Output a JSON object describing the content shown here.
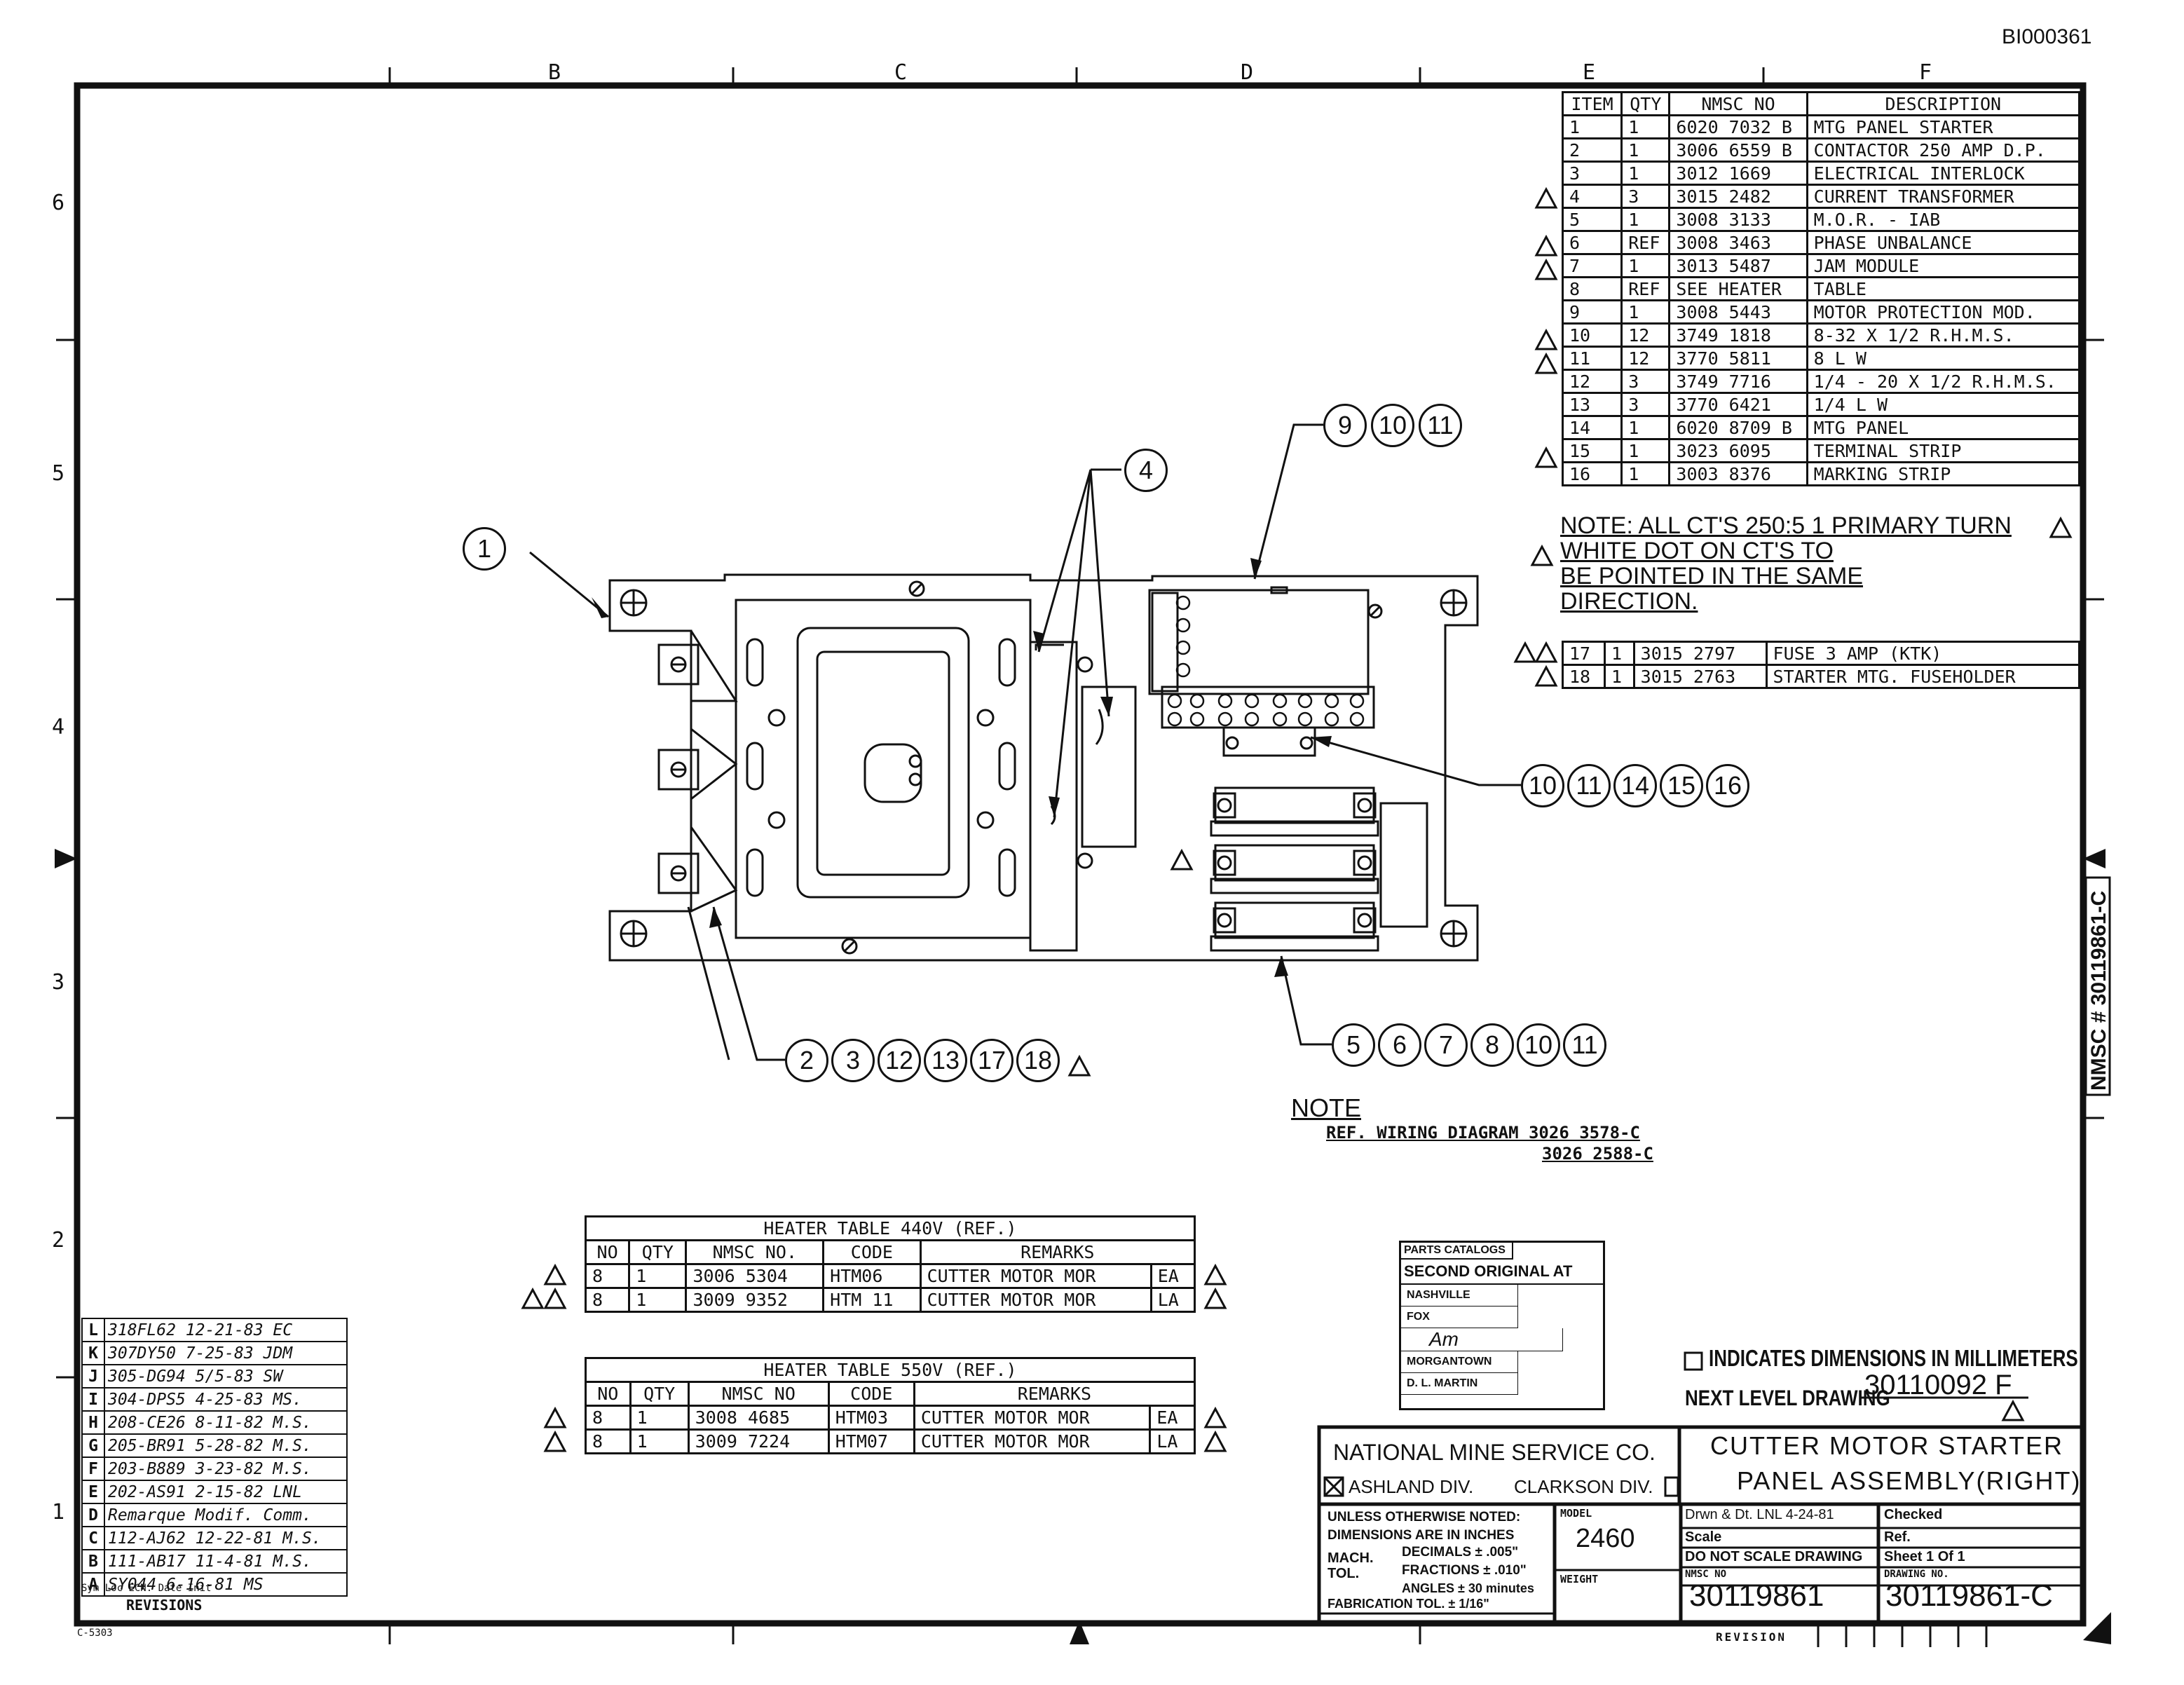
{
  "doc_code": "BI000361",
  "zones_top": [
    "B",
    "C",
    "D",
    "E",
    "F"
  ],
  "zones_left": [
    "6",
    "5",
    "4",
    "3",
    "2",
    "1"
  ],
  "parts_table": {
    "headers": [
      "ITEM",
      "QTY",
      "NMSC  NO",
      "DESCRIPTION"
    ],
    "rows": [
      {
        "item": "1",
        "qty": "1",
        "nmsc": "6020 7032 B",
        "desc": "MTG PANEL STARTER",
        "rev": ""
      },
      {
        "item": "2",
        "qty": "1",
        "nmsc": "3006 6559 B",
        "desc": "CONTACTOR 250 AMP D.P.",
        "rev": ""
      },
      {
        "item": "3",
        "qty": "1",
        "nmsc": "3012 1669",
        "desc": "ELECTRICAL INTERLOCK",
        "rev": ""
      },
      {
        "item": "4",
        "qty": "3",
        "nmsc": "3015 2482",
        "desc": "CURRENT TRANSFORMER",
        "rev": "A"
      },
      {
        "item": "5",
        "qty": "1",
        "nmsc": "3008 3133",
        "desc": "M.O.R. - IAB",
        "rev": ""
      },
      {
        "item": "6",
        "qty": "REF",
        "nmsc": "3008 3463",
        "desc": "PHASE UNBALANCE",
        "rev": "A"
      },
      {
        "item": "7",
        "qty": "1",
        "nmsc": "3013 5487",
        "desc": "JAM MODULE",
        "rev": "A"
      },
      {
        "item": "8",
        "qty": "REF",
        "nmsc": "SEE  HEATER",
        "desc": "TABLE",
        "rev": ""
      },
      {
        "item": "9",
        "qty": "1",
        "nmsc": "3008 5443",
        "desc": "MOTOR PROTECTION MOD.",
        "rev": ""
      },
      {
        "item": "10",
        "qty": "12",
        "nmsc": "3749 1818",
        "desc": "8-32 X 1/2  R.H.M.S.",
        "rev": "A"
      },
      {
        "item": "11",
        "qty": "12",
        "nmsc": "3770 5811",
        "desc": "8 L W",
        "rev": "A"
      },
      {
        "item": "12",
        "qty": "3",
        "nmsc": "3749 7716",
        "desc": "1/4 - 20 X 1/2 R.H.M.S.",
        "rev": ""
      },
      {
        "item": "13",
        "qty": "3",
        "nmsc": "3770 6421",
        "desc": "1/4 L W",
        "rev": ""
      },
      {
        "item": "14",
        "qty": "1",
        "nmsc": "6020 8709 B",
        "desc": "MTG PANEL",
        "rev": ""
      },
      {
        "item": "15",
        "qty": "1",
        "nmsc": "3023 6095",
        "desc": "TERMINAL STRIP",
        "rev": "A"
      },
      {
        "item": "16",
        "qty": "1",
        "nmsc": "3003 8376",
        "desc": "MARKING STRIP",
        "rev": ""
      }
    ],
    "extra_rows": [
      {
        "item": "17",
        "qty": "1",
        "nmsc": "3015 2797",
        "desc": "FUSE 3 AMP (KTK)",
        "rev": "A A"
      },
      {
        "item": "18",
        "qty": "1",
        "nmsc": "3015 2763",
        "desc": "STARTER MTG. FUSEHOLDER",
        "rev": "A"
      }
    ]
  },
  "note_ct": {
    "line1": "NOTE:  ALL CT'S 250:5 1 PRIMARY TURN",
    "line2": "WHITE  DOT  ON CT'S TO",
    "line3": "BE  POINTED IN THE SAME",
    "line4": "DIRECTION."
  },
  "balloons": {
    "b1": "1",
    "b4": "4",
    "b_top": [
      "9",
      "10",
      "11"
    ],
    "b_right": [
      "10",
      "11",
      "14",
      "15",
      "16"
    ],
    "b_bottom_left": [
      "2",
      "3",
      "12",
      "13",
      "17",
      "18"
    ],
    "b_bottom_right": [
      "5",
      "6",
      "7",
      "8",
      "10",
      "11"
    ]
  },
  "note_wiring": {
    "title": "NOTE",
    "line1": "REF. WIRING DIAGRAM  3026 3578-C",
    "line2": "3026 2588-C"
  },
  "heater_440": {
    "title": "HEATER  TABLE   440V    (REF.)",
    "headers": [
      "NO",
      "QTY",
      "NMSC  NO.",
      "CODE",
      "REMARKS"
    ],
    "rows": [
      {
        "no": "8",
        "qty": "1",
        "nmsc": "3006 5304",
        "code": "HTM06",
        "remarks": "CUTTER  MOTOR  MOR",
        "x": "EA"
      },
      {
        "no": "8",
        "qty": "1",
        "nmsc": "3009 9352",
        "code": "HTM 11",
        "remarks": "CUTTER  MOTOR  MOR",
        "x": "LA"
      }
    ]
  },
  "heater_550": {
    "title": "HEATER  TABLE   550V    (REF.)",
    "headers": [
      "NO",
      "QTY",
      "NMSC  NO",
      "CODE",
      "REMARKS"
    ],
    "rows": [
      {
        "no": "8",
        "qty": "1",
        "nmsc": "3008 4685",
        "code": "HTM03",
        "remarks": "CUTTER  MOTOR  MOR",
        "x": "EA"
      },
      {
        "no": "8",
        "qty": "1",
        "nmsc": "3009 7224",
        "code": "HTM07",
        "remarks": "CUTTER  MOTOR  MOR",
        "x": "LA"
      }
    ]
  },
  "parts_catalog": {
    "header": "PARTS CATALOGS",
    "sub": "SECOND  ORIGINAL  AT",
    "locations": [
      "NASHVILLE",
      "FOX",
      "Am",
      "MORGANTOWN",
      "D. L. MARTIN"
    ]
  },
  "revisions": {
    "rows": [
      {
        "l": "L",
        "t": "318FL62  12-21-83  EC"
      },
      {
        "l": "K",
        "t": "307DY50  7-25-83  JDM"
      },
      {
        "l": "J",
        "t": "305-DG94  5/5-83  SW"
      },
      {
        "l": "I",
        "t": "304-DPS5  4-25-83 MS."
      },
      {
        "l": "H",
        "t": "208-CE26  8-11-82 M.S."
      },
      {
        "l": "G",
        "t": "205-BR91  5-28-82  M.S."
      },
      {
        "l": "F",
        "t": "203-B889  3-23-82  M.S."
      },
      {
        "l": "E",
        "t": "202-AS91  2-15-82 LNL"
      },
      {
        "l": "D",
        "t": "Remarque  Modif. Comm."
      },
      {
        "l": "C",
        "t": "112-AJ62  12-22-81 M.S."
      },
      {
        "l": "B",
        "t": "111-AB17 11-4-81  M.S."
      },
      {
        "l": "A",
        "t": "SY044  6-16-81  MS"
      }
    ],
    "footer": "REVISIONS",
    "cols": "Sym  Loc  ECN.  Date  Init"
  },
  "mm_note": "INDICATES DIMENSIONS IN MILLIMETERS",
  "next_level": {
    "label": "NEXT LEVEL DRAWING",
    "value": "30110092 F"
  },
  "title_block": {
    "company": "NATIONAL  MINE  SERVICE  CO.",
    "div1": "ASHLAND DIV.",
    "div2": "CLARKSON DIV.",
    "title1": "CUTTER  MOTOR  STARTER",
    "title2": "PANEL  ASSEMBLY(RIGHT)",
    "tol_lines": [
      "UNLESS OTHERWISE NOTED:",
      "DIMENSIONS ARE IN INCHES"
    ],
    "mach": "MACH.",
    "tol": "TOL.",
    "decimals": "DECIMALS ± .005\"",
    "fractions": "FRACTIONS ± .010\"",
    "angles": "ANGLES ± 30 minutes",
    "fab_tol": "FABRICATION TOL.  ± 1/16\"",
    "model_label": "MODEL",
    "model": "2460",
    "weight_label": "WEIGHT",
    "drawn": "Drwn & Dt.  LNL  4-24-81",
    "checked": "Checked",
    "scale": "Scale",
    "ref": "Ref.",
    "no_scale": "DO NOT SCALE DRAWING",
    "sheet": "Sheet   1   Of   1",
    "nmsc_label": "NMSC NO",
    "nmsc_no": "30119861",
    "dwg_label": "DRAWING NO.",
    "dwg_no": "30119861-C",
    "revision_label": "REVISION"
  },
  "side_label": "NMSC # 30119861-C",
  "form_no": "C-5303"
}
